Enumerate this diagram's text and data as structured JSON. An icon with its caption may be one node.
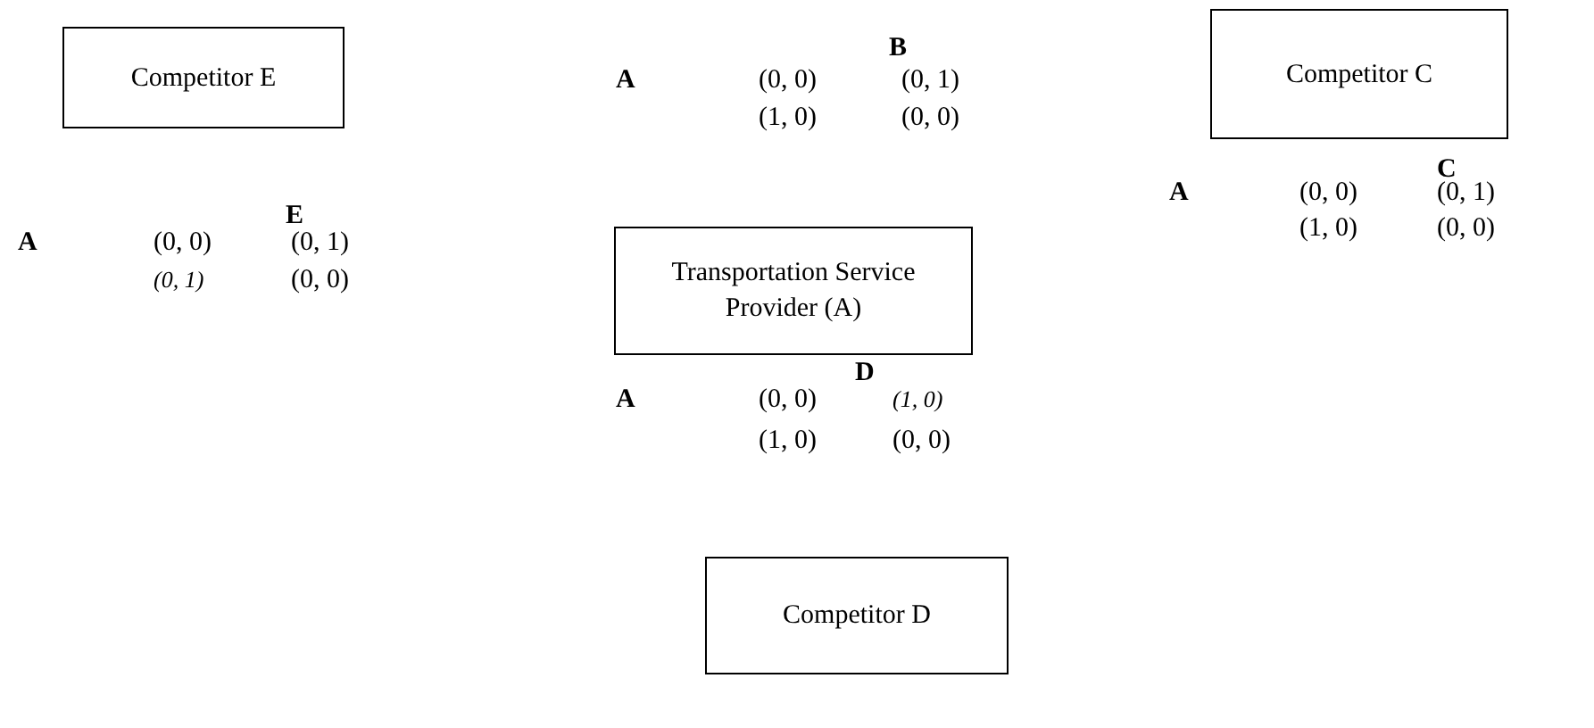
{
  "diagram": {
    "nodes": [
      {
        "text": [
          "Competitor E"
        ]
      },
      {
        "text": [
          "Transportation Service Provider (A)"
        ]
      },
      {
        "text": [
          "Competitor C"
        ]
      },
      {
        "text": [
          "Competitor D"
        ]
      }
    ],
    "labels": [
      "B",
      "A",
      "(0, 0)",
      "(0, 1)",
      "(1, 0)",
      "(0, 0)",
      "C",
      "A",
      "(0, 0)",
      "(0, 1)",
      "(1, 0)",
      "(0, 0)",
      "E",
      "A",
      "(0, 0)",
      "(0, 1)",
      "(0, 1)",
      "(0, 0)",
      "D",
      "A",
      "(0, 0)",
      "(1, 0)",
      "(1, 0)",
      "(0, 0)"
    ]
  }
}
